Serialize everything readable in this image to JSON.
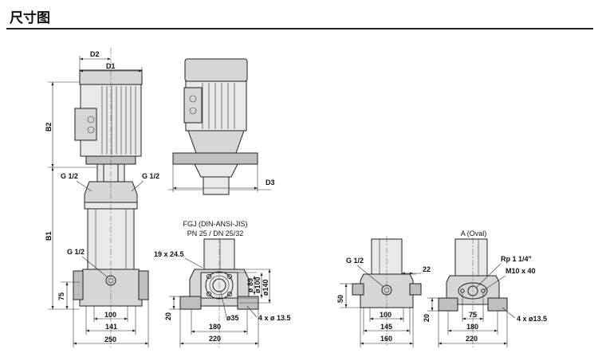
{
  "header": {
    "title": "尺寸图"
  },
  "views": {
    "front": {
      "labels": {
        "d2": "D2",
        "d1": "D1",
        "b2": "B2",
        "b1": "B1",
        "g_left": "G 1/2",
        "g_right": "G 1/2",
        "g_low": "G 1/2"
      },
      "dims": {
        "h75": "75",
        "w100": "100",
        "w141": "141",
        "w250": "250"
      }
    },
    "side": {
      "labels": {
        "d3": "D3"
      }
    },
    "fgj": {
      "title_line1": "FGJ (DIN-ANSI-JIS)",
      "title_line2": "PN 25 / DN 25/32",
      "dims": {
        "slot": "19 x 24.5",
        "d89": "ø 89",
        "d100": "ø100",
        "d140": "ø140",
        "h20": "20",
        "d35": "ø35",
        "holes": "4 x ø 13.5",
        "w180": "180",
        "w220": "220"
      }
    },
    "oval_g": {
      "labels": {
        "g": "G 1/2"
      },
      "dims": {
        "w22": "22",
        "h50": "50",
        "w100": "100",
        "w145": "145",
        "w160": "160"
      }
    },
    "oval_a": {
      "title": "A (Oval)",
      "labels": {
        "rp": "Rp 1 1/4\"",
        "m10": "M10 x 40"
      },
      "dims": {
        "h20": "20",
        "w75": "75",
        "w180": "180",
        "holes": "4 x ø13.5",
        "w220": "220"
      }
    }
  }
}
